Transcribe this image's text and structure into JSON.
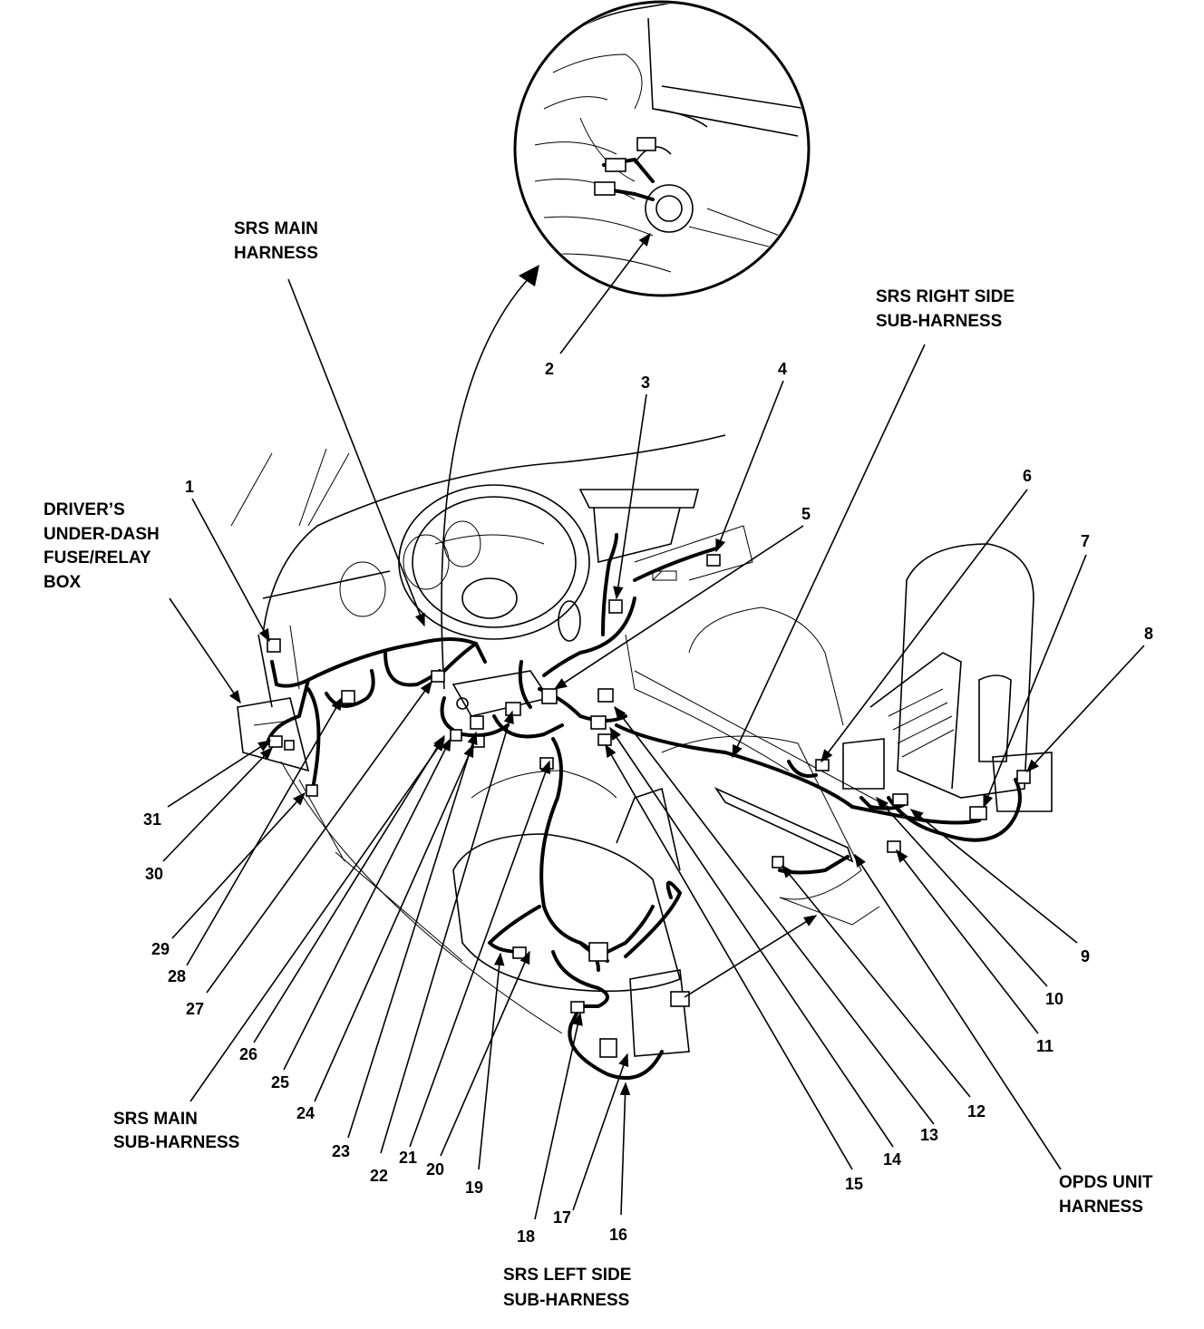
{
  "labels": {
    "srs_main_harness": [
      "SRS MAIN",
      "HARNESS"
    ],
    "srs_right_side_sub_harness": [
      "SRS RIGHT SIDE",
      "SUB-HARNESS"
    ],
    "drivers_fuse_box": [
      "DRIVER’S",
      "UNDER-DASH",
      "FUSE/RELAY",
      "BOX"
    ],
    "srs_main_sub_harness": [
      "SRS MAIN",
      "SUB-HARNESS"
    ],
    "srs_left_side_sub_harness": [
      "SRS LEFT SIDE",
      "SUB-HARNESS"
    ],
    "opds_unit_harness": [
      "OPDS UNIT",
      "HARNESS"
    ]
  },
  "callouts": [
    "1",
    "2",
    "3",
    "4",
    "5",
    "6",
    "7",
    "8",
    "9",
    "10",
    "11",
    "12",
    "13",
    "14",
    "15",
    "16",
    "17",
    "18",
    "19",
    "20",
    "21",
    "22",
    "23",
    "24",
    "25",
    "26",
    "27",
    "28",
    "29",
    "30",
    "31"
  ]
}
